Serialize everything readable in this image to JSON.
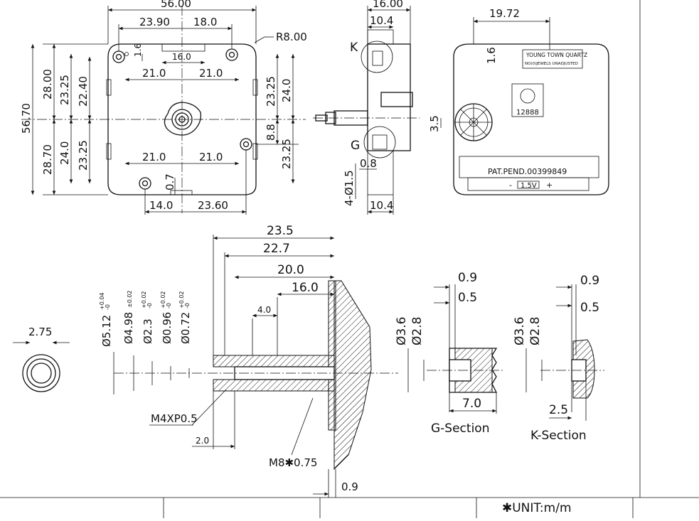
{
  "top_view": {
    "overall_width": "56.00",
    "left_offset": "23.90",
    "right_offset": "18.0",
    "radius": "R8.00",
    "slot_width": "16.0",
    "top_left_half": "21.0",
    "top_right_half": "21.0",
    "bottom_left_half": "21.0",
    "bottom_right_half": "21.0",
    "top_gap": "1.6",
    "total_height": "56.70",
    "upper_28": "28.00",
    "lower_28": "28.70",
    "left_23_upper": "23.25",
    "left_23_lower": "23.25",
    "left_22": "22.40",
    "left_24": "24.0",
    "right_23_upper": "23.25",
    "right_24": "24.0",
    "right_8": "8.8",
    "right_23_lower": "23.25",
    "bottom_gap": "0.7",
    "bottom_left": "14.0",
    "bottom_right": "23.60"
  },
  "side_view": {
    "top_width": "16.00",
    "body_width": "10.4",
    "bottom_width": "10.4",
    "label_k": "K",
    "label_g": "G",
    "hole_note": "4-Ø1.5",
    "tab_thk": "0.8"
  },
  "back_view": {
    "width": "19.72",
    "top_gap": "1.6",
    "shaft_offset": "3.5",
    "brand": "YOUNG TOWN QUARTZ",
    "brand_sub": "NO(0)JEWELS UNADJUSTED",
    "model": "12888",
    "patent": "PAT.PEND.00399849",
    "battery": "1.5V",
    "minus": "-",
    "plus": "+"
  },
  "shaft_section": {
    "d_235": "23.5",
    "d_227": "22.7",
    "d_200": "20.0",
    "d_160": "16.0",
    "d_40": "4.0",
    "dia_512": "Ø5.12",
    "tol_512_top": "+0.04",
    "tol_512_bot": "-0",
    "dia_498": "Ø4.98",
    "tol_498": "±0.02",
    "dia_23": "Ø2.3",
    "tol_23_top": "+0.02",
    "tol_23_bot": "-0",
    "dia_096": "Ø0.96",
    "tol_096_top": "+0.02",
    "tol_096_bot": "-0",
    "dia_072": "Ø0.72",
    "tol_072_top": "+0.02",
    "tol_072_bot": "-0",
    "thread_small": "M4XP0.5",
    "step": "2.0",
    "thread_big": "M8✱0.75",
    "base": "0.9",
    "ring_dia": "2.75"
  },
  "g_section": {
    "d1": "0.9",
    "d2": "0.5",
    "dia_outer": "Ø3.6",
    "dia_inner": "Ø2.8",
    "length": "7.0",
    "title": "G-Section"
  },
  "k_section": {
    "d1": "0.9",
    "d2": "0.5",
    "dia_outer": "Ø3.6",
    "dia_inner": "Ø2.8",
    "length": "2.5",
    "title": "K-Section"
  },
  "unit": "✱UNIT:m/m"
}
